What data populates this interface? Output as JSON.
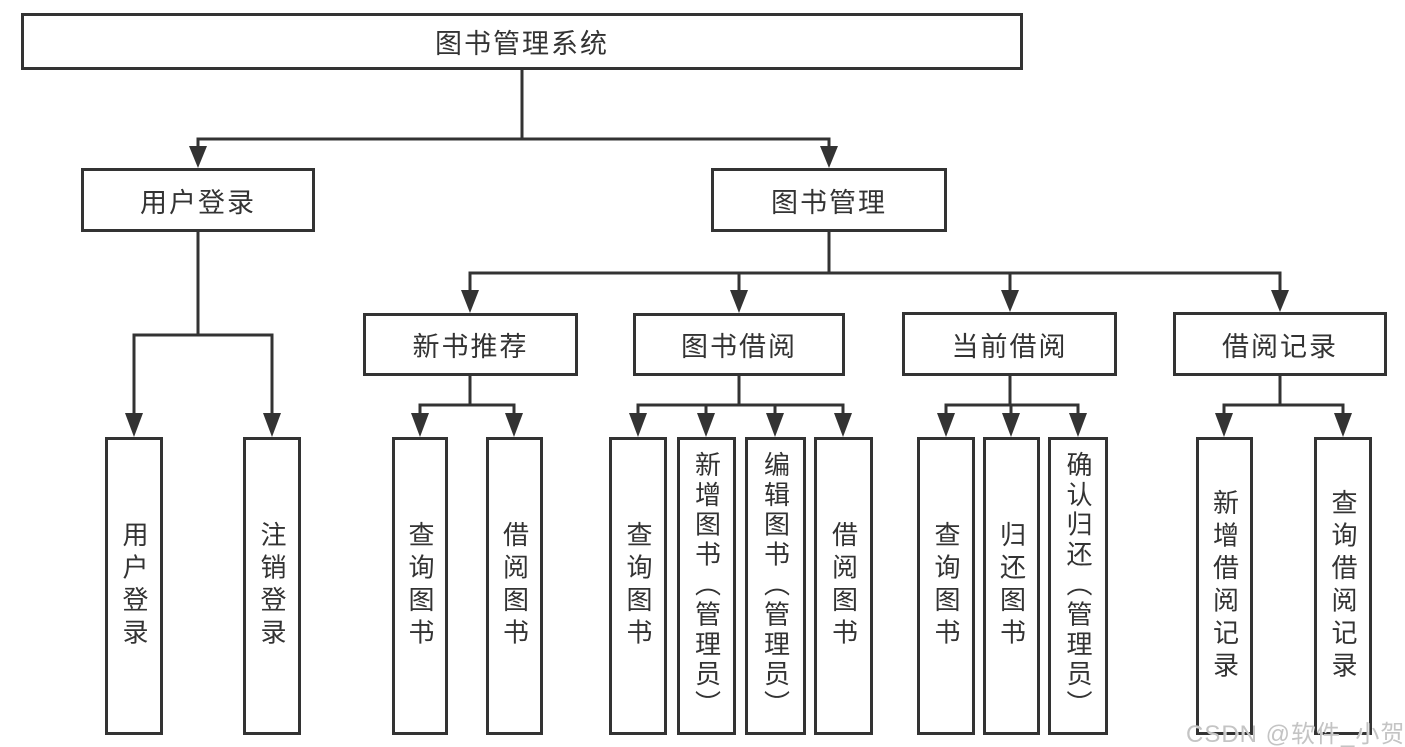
{
  "diagram": {
    "title": "图书管理系统",
    "level2": {
      "login": "用户登录",
      "manage": "图书管理"
    },
    "level3": {
      "recommend": "新书推荐",
      "borrow": "图书借阅",
      "current": "当前借阅",
      "records": "借阅记录"
    },
    "leaves": {
      "login": [
        "用户登录",
        "注销登录"
      ],
      "recommend": [
        "查询图书",
        "借阅图书"
      ],
      "borrow": [
        "查询图书",
        "新增图书（管理员）",
        "编辑图书（管理员）",
        "借阅图书"
      ],
      "current": [
        "查询图书",
        "归还图书",
        "确认归还（管理员）"
      ],
      "records": [
        "新增借阅记录",
        "查询借阅记录"
      ]
    }
  },
  "watermark": "CSDN @软件_小贺同学",
  "colors": {
    "line": "#333333",
    "text": "#333333",
    "watermark": "#c4c4c4",
    "background": "#ffffff"
  }
}
